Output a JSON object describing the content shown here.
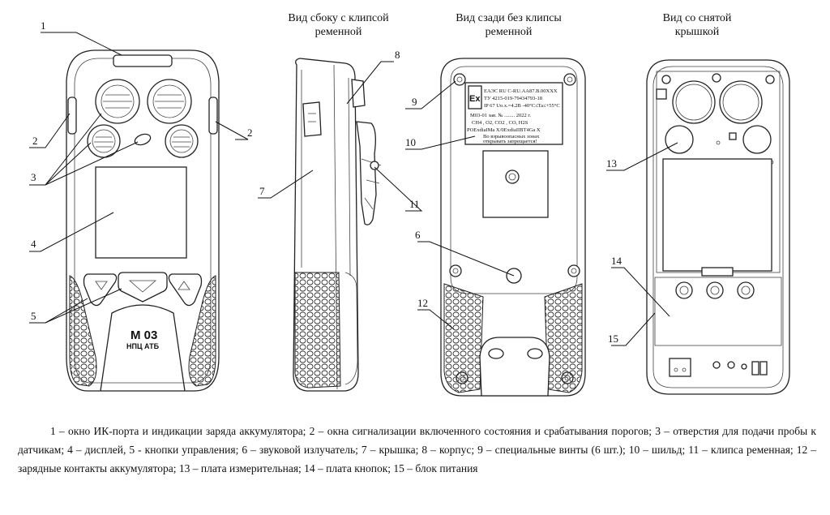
{
  "view_titles": {
    "side": "Вид сбоку с клипсой ременной",
    "back": "Вид сзади без клипсы ременной",
    "open": "Вид со снятой крышкой"
  },
  "callouts": [
    "1",
    "2",
    "2",
    "3",
    "4",
    "5",
    "6",
    "7",
    "8",
    "9",
    "10",
    "11",
    "12",
    "13",
    "14",
    "15"
  ],
  "device_labels": {
    "logo_main": "М 03",
    "logo_sub": "НПЦ АТБ"
  },
  "plate": {
    "ex_mark": "Ex",
    "line1": "ЕАЭС RU С-RU.АА87.В.00XXX",
    "line2": "ТУ 4215-019-79434793-18",
    "line3": "IP 67 Uo.x.=4.2В -40°С≤Ta≤+55°С",
    "line4": "М03-01 зав. № ........ 2022 г.",
    "line5": "CH4 , O2, CO2 , CO, H2S",
    "line6": "POExdiaIMa X/0ExdiaIIBT4Ga X",
    "line7": "Во взрывоопасных зонах",
    "line8": "открывать запрещается!"
  },
  "legend": "1 – окно ИК-порта и индикации заряда аккумулятора; 2 – окна сигнализации включенного состояния и срабатывания порогов; 3 – отверстия для подачи пробы к датчикам; 4 – дисплей, 5 - кнопки управления; 6 – звуковой излучатель; 7 – крышка; 8 – корпус; 9 – специальные винты (6 шт.); 10 – шильд; 11 – клипса ременная; 12 – зарядные контакты аккумулятора; 13 – плата измерительная; 14 – плата кнопок; 15 – блок питания"
}
